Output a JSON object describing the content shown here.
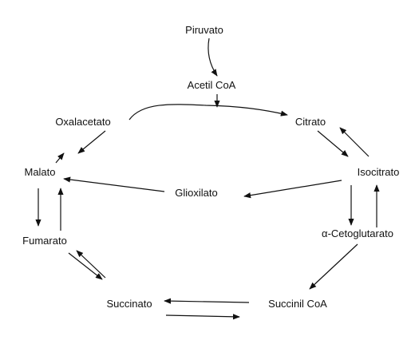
{
  "nodes": {
    "piruvato": "Piruvato",
    "acetil_coa": "Acetil CoA",
    "oxalacetato": "Oxalacetato",
    "citrato": "Citrato",
    "malato": "Malato",
    "glioxilato": "Glioxilato",
    "isocitrato": "Isocitrato",
    "alfa_cetoglutarato": "α-Cetoglutarato",
    "fumarato": "Fumarato",
    "succinato": "Succinato",
    "succinil_coa": "Succinil CoA"
  },
  "colors": {
    "line": "#111111",
    "text": "#111111"
  }
}
